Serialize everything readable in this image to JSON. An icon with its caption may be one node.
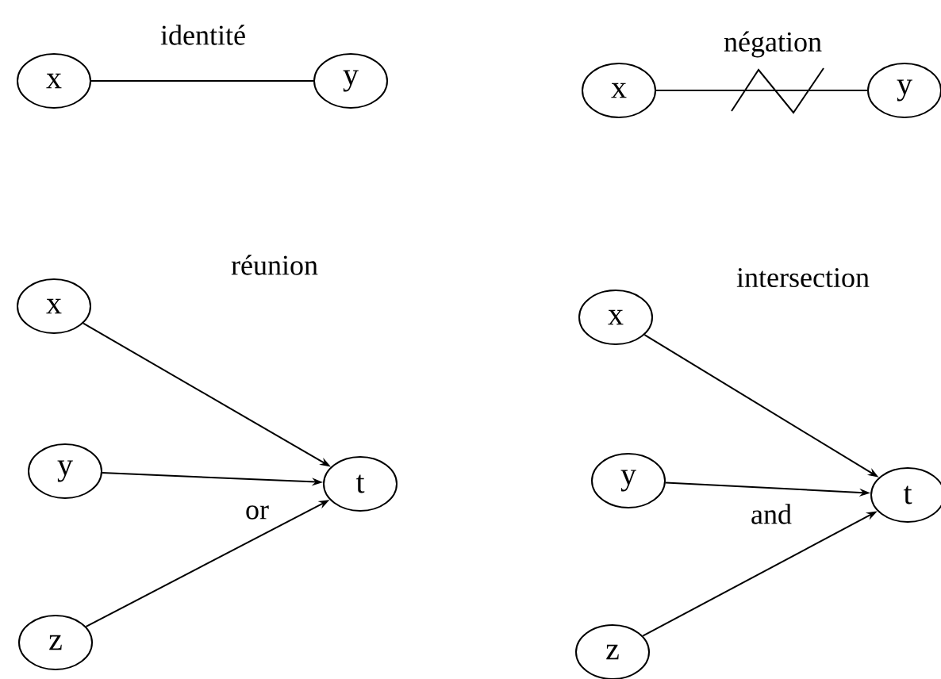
{
  "diagram": {
    "nodes": [
      {
        "text": [
          "x"
        ]
      },
      {
        "text": [
          "y"
        ]
      },
      {
        "text": [
          "x"
        ]
      },
      {
        "text": [
          "y"
        ]
      },
      {
        "text": [
          "x"
        ]
      },
      {
        "text": [
          "y"
        ]
      },
      {
        "text": [
          "z"
        ]
      },
      {
        "text": [
          "t"
        ]
      },
      {
        "text": [
          "x"
        ]
      },
      {
        "text": [
          "y"
        ]
      },
      {
        "text": [
          "z"
        ]
      },
      {
        "text": [
          "t"
        ]
      }
    ],
    "edges": [
      {
        "from": 0,
        "to": 1,
        "arrow": "none"
      },
      {
        "from": 2,
        "to": 3,
        "arrow": "none"
      },
      {
        "from": 4,
        "to": 7,
        "arrow": "to"
      },
      {
        "from": 5,
        "to": 7,
        "arrow": "to"
      },
      {
        "from": 6,
        "to": 7,
        "arrow": "to"
      },
      {
        "from": 8,
        "to": 11,
        "arrow": "to"
      },
      {
        "from": 9,
        "to": 11,
        "arrow": "to"
      },
      {
        "from": 10,
        "to": 11,
        "arrow": "to"
      }
    ],
    "labels": [
      "identité",
      "négation",
      "réunion",
      "intersection",
      "or",
      "and"
    ]
  }
}
